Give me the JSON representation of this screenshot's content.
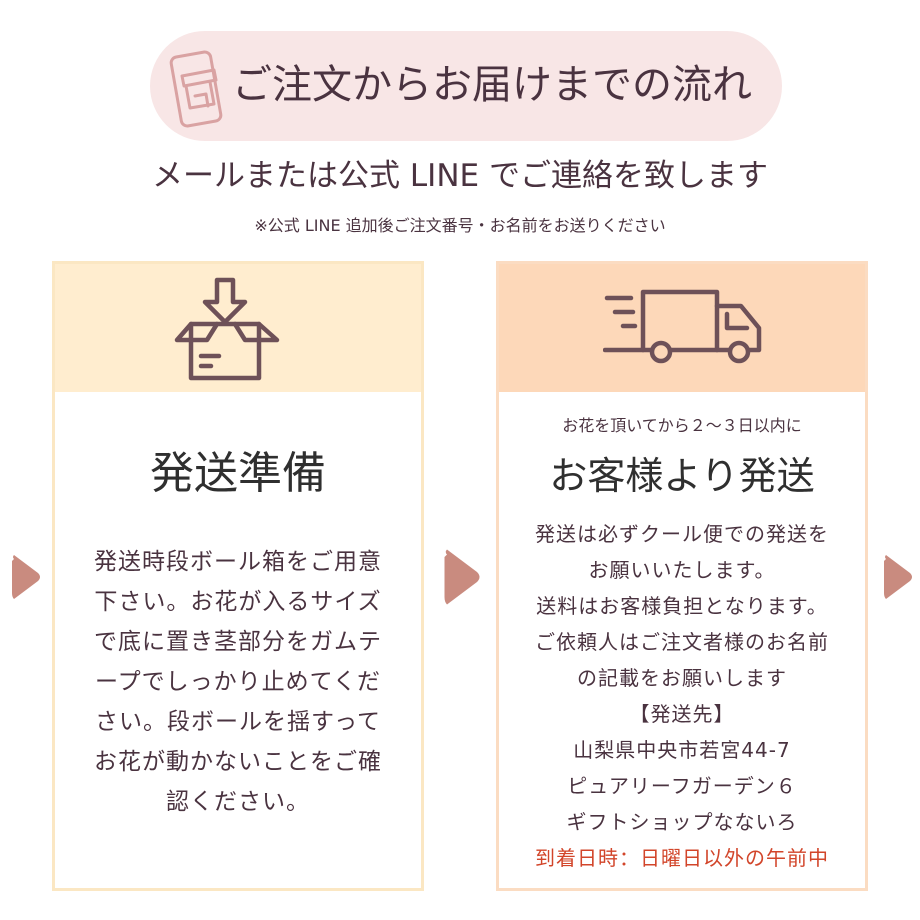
{
  "header": {
    "title": "ご注文からお届けまでの流れ",
    "icon": "smartphone-shop-icon",
    "subtitle": "メールまたは公式 LINE でご連絡を致します",
    "note": "※公式 LINE 追加後ご注文番号・お名前をお送りください"
  },
  "steps": [
    {
      "icon": "box-download-icon",
      "title": "発送準備",
      "lines": [
        "発送時段ボール箱をご用意",
        "下さい。お花が入るサイズ",
        "で底に置き茎部分をガムテ",
        "ープでしっかり止めてくだ",
        "さい。段ボールを揺すって",
        "お花が動かないことをご確",
        "認ください。"
      ]
    },
    {
      "icon": "delivery-truck-icon",
      "pre_title": "お花を頂いてから２～３日以内に",
      "title": "お客様より発送",
      "lines": [
        "発送は必ずクール便での発送を",
        "お願いいたします。",
        "送料はお客様負担となります。",
        "ご依頼人はご注文者様のお名前",
        "の記載をお願いします",
        "【発送先】",
        "山梨県中央市若宮44-7",
        "ピュアリーフガーデン６",
        "ギフトショップなないろ"
      ],
      "accent_line": "到着日時：日曜日以外の午前中"
    }
  ],
  "colors": {
    "pill": "#f8e6e6",
    "left_header": "#ffedcf",
    "right_header": "#fdd8b9",
    "arrow": "#c98b7f",
    "accent": "#d2452a",
    "text": "#4a3340"
  }
}
